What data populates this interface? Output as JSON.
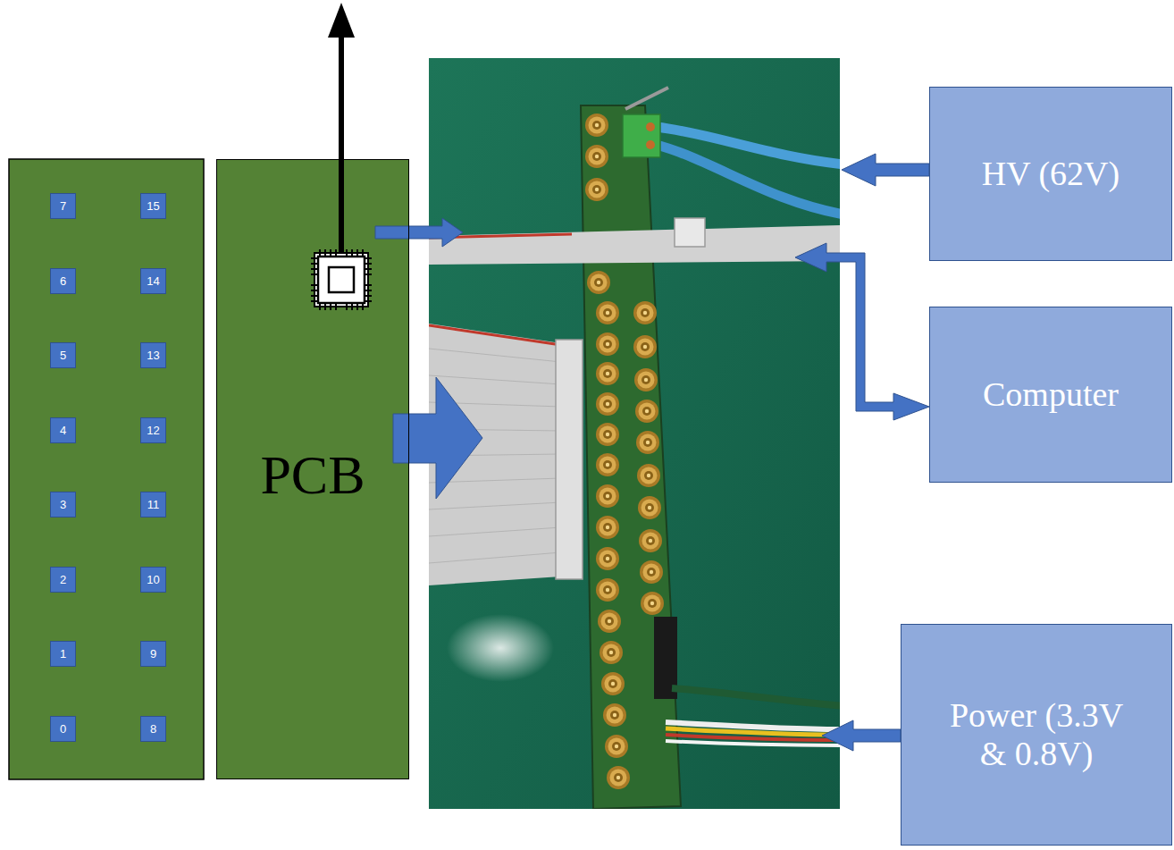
{
  "diagram": {
    "nodes": [
      {
        "text": [
          "7"
        ]
      },
      {
        "text": [
          "15"
        ]
      },
      {
        "text": [
          "6"
        ]
      },
      {
        "text": [
          "14"
        ]
      },
      {
        "text": [
          "5"
        ]
      },
      {
        "text": [
          "13"
        ]
      },
      {
        "text": [
          "4"
        ]
      },
      {
        "text": [
          "12"
        ]
      },
      {
        "text": [
          "3"
        ]
      },
      {
        "text": [
          "11"
        ]
      },
      {
        "text": [
          "2"
        ]
      },
      {
        "text": [
          "10"
        ]
      },
      {
        "text": [
          "1"
        ]
      },
      {
        "text": [
          "9"
        ]
      },
      {
        "text": [
          "0"
        ]
      },
      {
        "text": [
          "8"
        ]
      },
      {
        "text": [
          "PCB"
        ]
      },
      {
        "text": [
          "HV (62V)"
        ]
      },
      {
        "text": [
          "Computer"
        ]
      },
      {
        "text": [
          "Power (3.3V & 0.8V)"
        ]
      }
    ]
  }
}
